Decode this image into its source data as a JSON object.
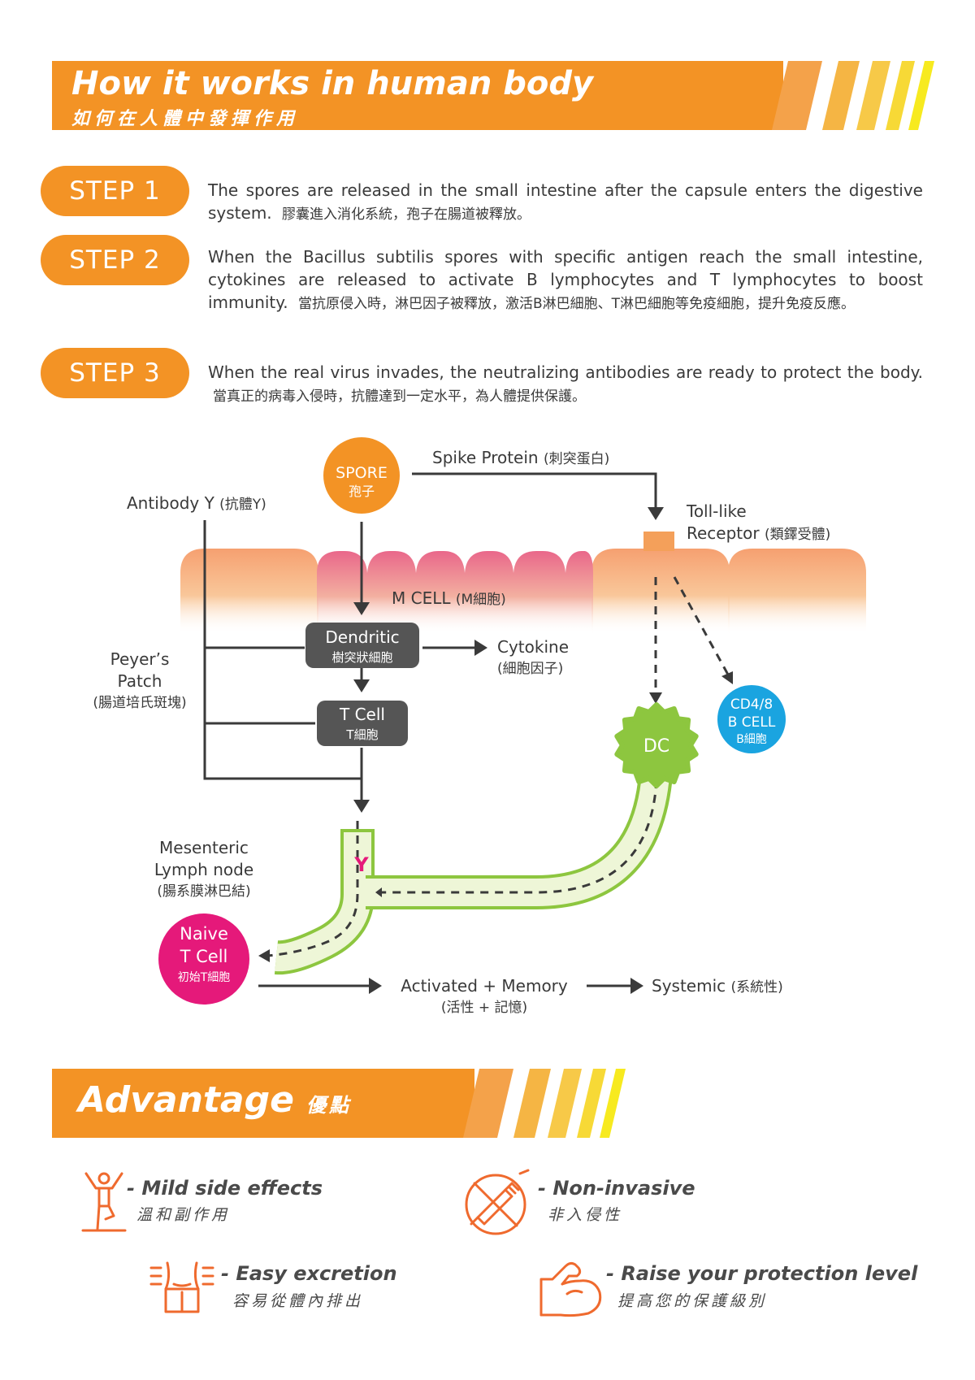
{
  "header": {
    "title_en": "How it works in human body",
    "title_zh": "如何在人體中發揮作用"
  },
  "steps": [
    {
      "label": "STEP 1",
      "text_en": "The spores are released in the small intestine after the capsule enters the digestive system.",
      "text_zh": "膠囊進入消化系統，孢子在腸道被釋放。"
    },
    {
      "label": "STEP 2",
      "text_en": "When the Bacillus subtilis spores with specific antigen reach the small intestine, cytokines are released to activate B lymphocytes and T lymphocytes to boost immunity.",
      "text_zh": "當抗原侵入時，淋巴因子被釋放，激活B淋巴細胞、T淋巴細胞等免疫細胞，提升免疫反應。"
    },
    {
      "label": "STEP 3",
      "text_en": "When the real virus invades, the neutralizing antibodies are ready to protect the body.",
      "text_zh": "當真正的病毒入侵時，抗體達到一定水平，為人體提供保護。"
    }
  ],
  "diagram": {
    "spore": {
      "line1": "SPORE",
      "line2": "孢子"
    },
    "spike_protein": {
      "en": "Spike Protein",
      "zh": "(刺突蛋白)"
    },
    "antibody": {
      "en": "Antibody Y",
      "zh": "(抗體Y)"
    },
    "toll_like": {
      "line1": "Toll-like",
      "line2_en": "Receptor",
      "line2_zh": "(類鐸受體)"
    },
    "m_cell": {
      "en": "M CELL",
      "zh": "(M細胞)"
    },
    "peyers_patch": {
      "line1": "Peyer’s",
      "line2": "Patch",
      "line3": "(腸道培氏斑塊)"
    },
    "dendritic": {
      "en": "Dendritic",
      "zh": "樹突狀細胞"
    },
    "cytokine": {
      "en": "Cytokine",
      "zh": "(細胞因子)"
    },
    "t_cell": {
      "en": "T Cell",
      "zh": "T細胞"
    },
    "dc": {
      "label": "DC"
    },
    "cd48": {
      "line1": "CD4/8",
      "line2": "B CELL",
      "line3": "B細胞"
    },
    "mesenteric": {
      "line1": "Mesenteric",
      "line2": "Lymph node",
      "line3": "(腸系膜淋巴結)"
    },
    "y_marker": "Y",
    "naive": {
      "line1": "Naive",
      "line2": "T Cell",
      "line3": "初始T細胞"
    },
    "activated": {
      "en": "Activated + Memory",
      "zh": "(活性 + 記憶)"
    },
    "systemic": {
      "en": "Systemic",
      "zh": "(系統性)"
    }
  },
  "advantage": {
    "title_en": "Advantage",
    "title_zh": "優點",
    "items": [
      {
        "title": "- Mild side effects",
        "subtitle": "溫和副作用",
        "icon": "person-stretch-icon"
      },
      {
        "title": "- Non-invasive",
        "subtitle": "非入侵性",
        "icon": "no-syringe-icon"
      },
      {
        "title": "- Easy excretion",
        "subtitle": "容易從體內排出",
        "icon": "waist-icon"
      },
      {
        "title": "- Raise your protection level",
        "subtitle": "提高您的保護級別",
        "icon": "flexed-arm-icon"
      }
    ]
  },
  "colors": {
    "orange": "#f39325",
    "orange_light": "#f4a24a",
    "yellow": "#f7c948",
    "yellow_bright": "#f7ea1f",
    "dark_box": "#555555",
    "magenta": "#e5197a",
    "blue": "#1aa4e0",
    "green": "#8dc63f",
    "green_light": "#e6f2c9"
  }
}
